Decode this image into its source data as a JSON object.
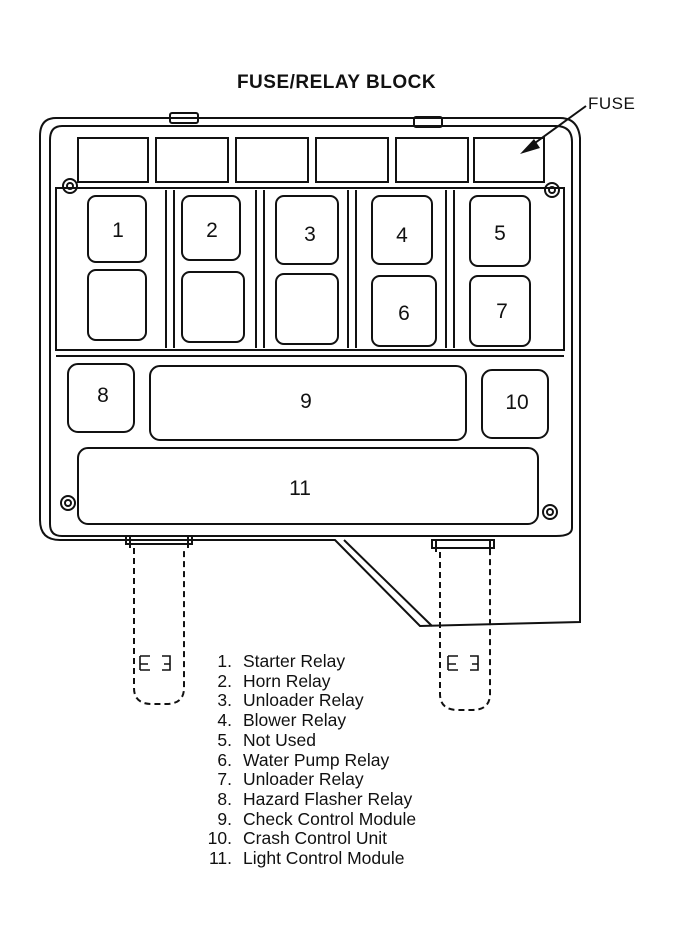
{
  "title": "FUSE/RELAY BLOCK",
  "fuse_callout": "FUSE",
  "slot_numbers": [
    "1",
    "2",
    "3",
    "4",
    "5",
    "6",
    "7",
    "8",
    "9",
    "10",
    "11"
  ],
  "legend": [
    {
      "num": "1.",
      "label": "Starter Relay"
    },
    {
      "num": "2.",
      "label": "Horn Relay"
    },
    {
      "num": "3.",
      "label": "Unloader Relay"
    },
    {
      "num": "4.",
      "label": "Blower Relay"
    },
    {
      "num": "5.",
      "label": "Not Used"
    },
    {
      "num": "6.",
      "label": "Water Pump Relay"
    },
    {
      "num": "7.",
      "label": "Unloader Relay"
    },
    {
      "num": "8.",
      "label": "Hazard Flasher Relay"
    },
    {
      "num": "9.",
      "label": "Check Control Module"
    },
    {
      "num": "10.",
      "label": "Crash Control Unit"
    },
    {
      "num": "11.",
      "label": "Light Control Module"
    }
  ],
  "connector_labels": [
    "E3",
    "E3"
  ]
}
